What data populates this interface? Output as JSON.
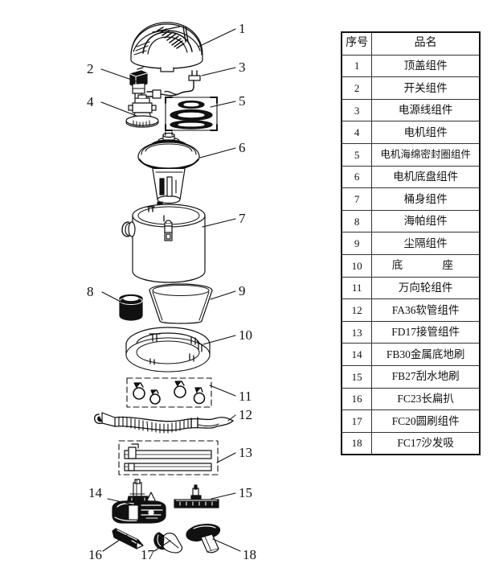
{
  "document": {
    "type": "exploded-parts-diagram",
    "title": ""
  },
  "parts_table": {
    "columns": [
      "序号",
      "品名"
    ],
    "rows": [
      {
        "no": "1",
        "name": "顶盖组件"
      },
      {
        "no": "2",
        "name": "开关组件"
      },
      {
        "no": "3",
        "name": "电源线组件"
      },
      {
        "no": "4",
        "name": "电机组件"
      },
      {
        "no": "5",
        "name": "电机海绵密封圈组件"
      },
      {
        "no": "6",
        "name": "电机底盘组件"
      },
      {
        "no": "7",
        "name": "桶身组件"
      },
      {
        "no": "8",
        "name": "海帕组件"
      },
      {
        "no": "9",
        "name": "尘隔组件"
      },
      {
        "no": "10",
        "name": "底　　座"
      },
      {
        "no": "11",
        "name": "万向轮组件"
      },
      {
        "no": "12",
        "name": "FA36软管组件"
      },
      {
        "no": "13",
        "name": "FD17接管组件"
      },
      {
        "no": "14",
        "name": "FB30金属底地刷"
      },
      {
        "no": "15",
        "name": "FB27刮水地刷"
      },
      {
        "no": "16",
        "name": "FC23长扁扒"
      },
      {
        "no": "17",
        "name": "FC20圆刷组件"
      },
      {
        "no": "18",
        "name": "FC17沙发吸"
      }
    ]
  },
  "callouts": [
    {
      "id": "1",
      "label": "1"
    },
    {
      "id": "2",
      "label": "2"
    },
    {
      "id": "3",
      "label": "3"
    },
    {
      "id": "4",
      "label": "4"
    },
    {
      "id": "5",
      "label": "5"
    },
    {
      "id": "6",
      "label": "6"
    },
    {
      "id": "7",
      "label": "7"
    },
    {
      "id": "8",
      "label": "8"
    },
    {
      "id": "9",
      "label": "9"
    },
    {
      "id": "10",
      "label": "10"
    },
    {
      "id": "11",
      "label": "11"
    },
    {
      "id": "12",
      "label": "12"
    },
    {
      "id": "13",
      "label": "13"
    },
    {
      "id": "14",
      "label": "14"
    },
    {
      "id": "15",
      "label": "15"
    },
    {
      "id": "16",
      "label": "16"
    },
    {
      "id": "17",
      "label": "17"
    },
    {
      "id": "18",
      "label": "18"
    }
  ],
  "colors": {
    "line": "#111111",
    "fill_dark": "#111111",
    "background": "#ffffff"
  }
}
